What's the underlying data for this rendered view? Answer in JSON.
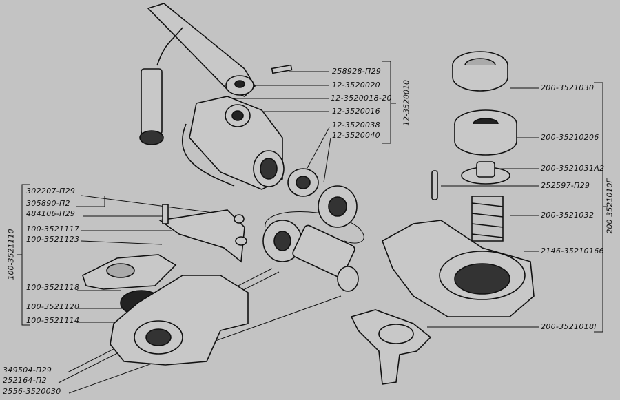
{
  "valve_group": {
    "assembly": "12-3520010",
    "parts": [
      "258928-П29",
      "12-3520020",
      "12-3520018-20",
      "12-3520016",
      "12-3520038",
      "12-3520040"
    ]
  },
  "coupling_head_right": {
    "assembly": "200-3521010Г",
    "parts": [
      "200-3521030",
      "200-35210206",
      "200-3521031А2",
      "252597-П29",
      "200-3521032",
      "2146-35210166",
      "200-3521018Г"
    ]
  },
  "coupling_head_left": {
    "assembly": "100-3521110",
    "parts": [
      "302207-П29",
      "305890-П2",
      "484106-П29",
      "100-3521117",
      "100-3521123",
      "100-3521118",
      "100-3521120",
      "100-3521114"
    ]
  },
  "bottom_parts": [
    "349504-П29",
    "252164-П2",
    "2556-3520030"
  ]
}
